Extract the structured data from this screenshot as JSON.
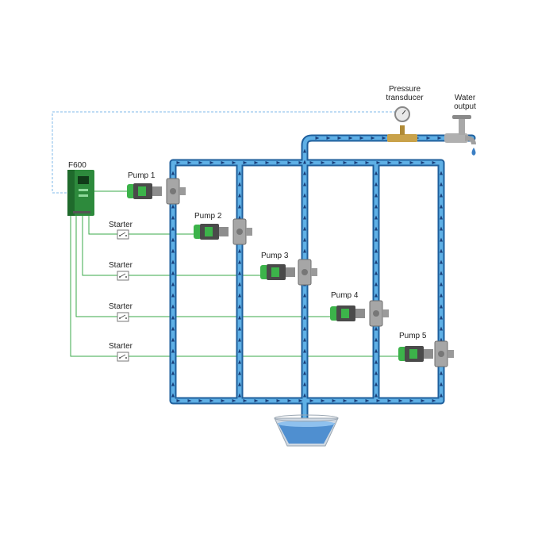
{
  "diagram": {
    "controller_label": "F600",
    "pressure_label_line1": "Pressure",
    "pressure_label_line2": "transducer",
    "water_label_line1": "Water",
    "water_label_line2": "output",
    "pumps": [
      {
        "label": "Pump 1"
      },
      {
        "label": "Pump 2"
      },
      {
        "label": "Pump 3"
      },
      {
        "label": "Pump 4"
      },
      {
        "label": "Pump 5"
      }
    ],
    "starters": [
      {
        "label": "Starter"
      },
      {
        "label": "Starter"
      },
      {
        "label": "Starter"
      },
      {
        "label": "Starter"
      }
    ],
    "colors": {
      "pipe_outer": "#1f5f9c",
      "pipe_inner": "#5fb0e6",
      "flow_arrow": "#1a3f7a",
      "signal_line": "#3aa84a",
      "feedback_line": "#7fb8e8",
      "drive_body": "#2d8a3c",
      "pump_motor": "#4a4a4a",
      "pump_fan": "#3cb34a",
      "valve": "#9a9a9a",
      "brass": "#c9a24a",
      "tank_water": "#4f8fd0"
    }
  }
}
